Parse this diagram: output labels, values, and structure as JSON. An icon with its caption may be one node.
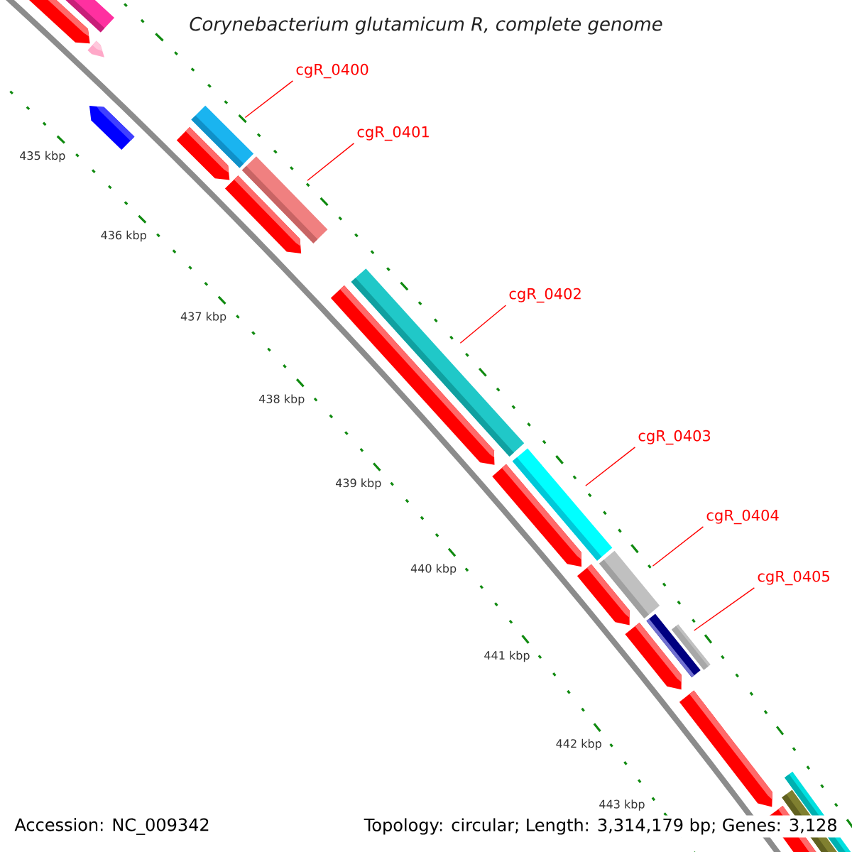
{
  "diagram": {
    "title": "Corynebacterium glutamicum R, complete genome",
    "nodes": [
      {
        "text": [
          "cgR_0400"
        ]
      },
      {
        "text": [
          "cgR_0401"
        ]
      },
      {
        "text": [
          "cgR_0402"
        ]
      },
      {
        "text": [
          "cgR_0403"
        ]
      },
      {
        "text": [
          "cgR_0404"
        ]
      },
      {
        "text": [
          "cgR_0405"
        ]
      },
      {
        "text": [],
        "shape": "bar"
      },
      {
        "text": [],
        "shape": "bar"
      },
      {
        "text": [],
        "shape": "bar"
      },
      {
        "text": [],
        "shape": "bar"
      },
      {
        "text": [],
        "shape": "bar"
      },
      {
        "text": [],
        "shape": "bar"
      }
    ],
    "edges": [
      {
        "from": 0,
        "to": 6,
        "arrow": "none"
      },
      {
        "from": 1,
        "to": 7,
        "arrow": "none"
      },
      {
        "from": 2,
        "to": 8,
        "arrow": "none"
      },
      {
        "from": 3,
        "to": 9,
        "arrow": "none"
      },
      {
        "from": 4,
        "to": 10,
        "arrow": "none"
      },
      {
        "from": 5,
        "to": 11,
        "arrow": "none"
      }
    ],
    "labels": [
      "435 kbp",
      "436 kbp",
      "437 kbp",
      "438 kbp",
      "439 kbp",
      "440 kbp",
      "441 kbp",
      "442 kbp",
      "443 kbp",
      "Accession: NC_009342",
      "Topology: circular; Length: 3,314,179 bp; Genes: 3,128"
    ]
  }
}
